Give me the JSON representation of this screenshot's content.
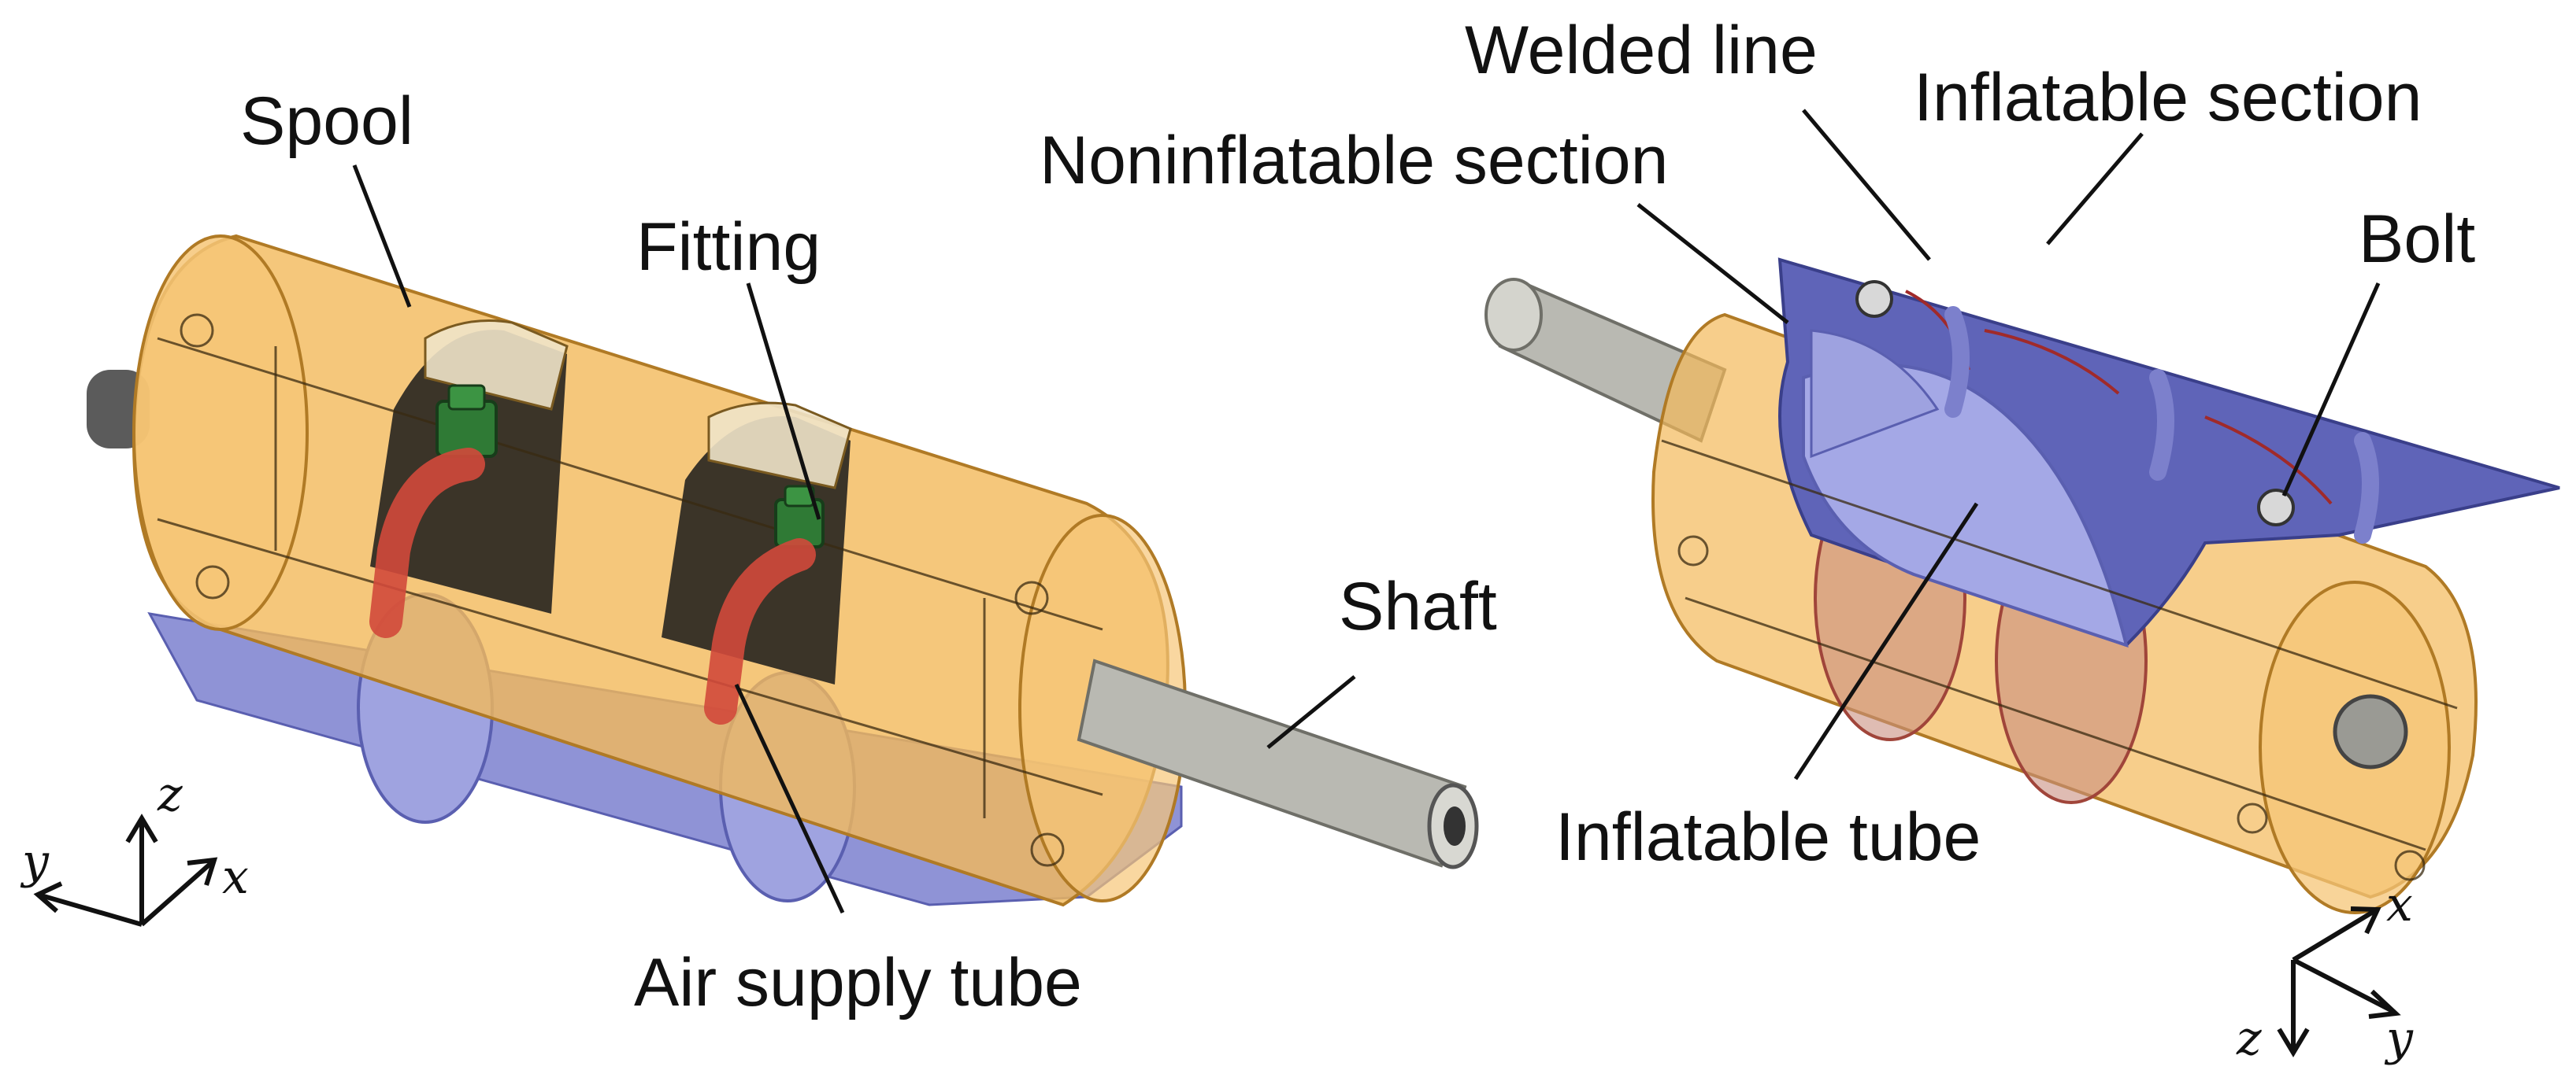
{
  "labels": {
    "spool": "Spool",
    "fitting": "Fitting",
    "shaft": "Shaft",
    "air_supply_tube": "Air supply tube",
    "welded_line": "Welded line",
    "inflatable_section": "Inflatable section",
    "noninflatable_section": "Noninflatable section",
    "bolt": "Bolt",
    "inflatable_tube": "Inflatable tube"
  },
  "axes_left": {
    "x": "x",
    "y": "y",
    "z": "z"
  },
  "axes_right": {
    "x": "x",
    "y": "y",
    "z": "z"
  },
  "colors": {
    "spool": "#f3b95a",
    "spool_dark": "#d9952e",
    "membrane": "#8f93d6",
    "membrane_dark": "#5a5fb0",
    "fitting": "#2f7a35",
    "air_tube": "#d2493b",
    "shaft": "#b9b9b2"
  }
}
